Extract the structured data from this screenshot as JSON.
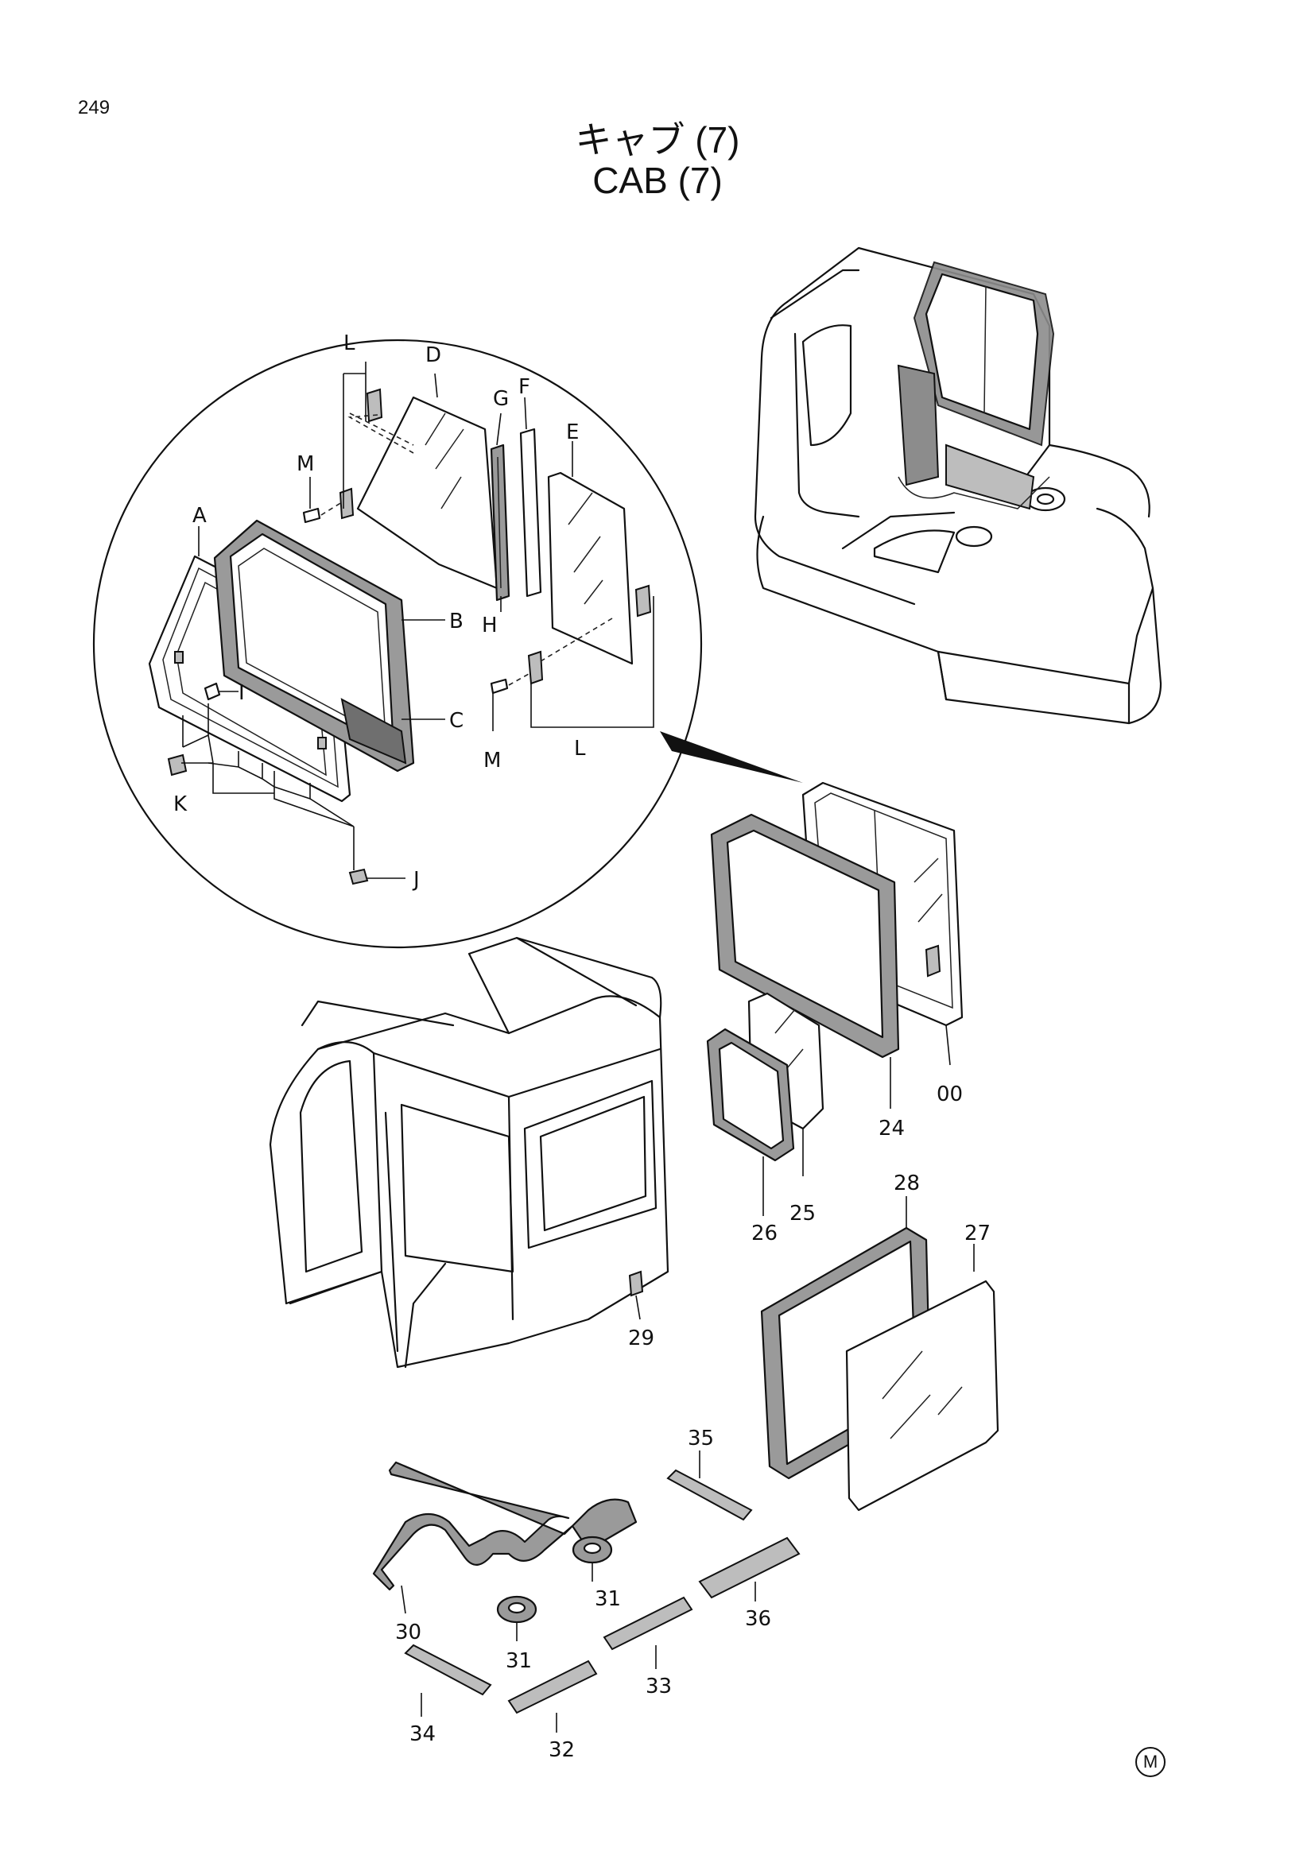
{
  "page_number": "249",
  "title_jp": "キャブ (7)",
  "title_en": "CAB (7)",
  "corner_mark": "M",
  "callouts": {
    "A": "A",
    "B": "B",
    "C": "C",
    "D": "D",
    "E": "E",
    "F": "F",
    "G": "G",
    "H": "H",
    "I": "I",
    "J": "J",
    "K": "K",
    "L_top": "L",
    "L_bottom": "L",
    "M_left": "M",
    "M_bottom": "M",
    "p00": "00",
    "p24": "24",
    "p25": "25",
    "p26": "26",
    "p27": "27",
    "p28": "28",
    "p29": "29",
    "p30": "30",
    "p31a": "31",
    "p31b": "31",
    "p32": "32",
    "p33": "33",
    "p34": "34",
    "p35": "35",
    "p36": "36"
  }
}
